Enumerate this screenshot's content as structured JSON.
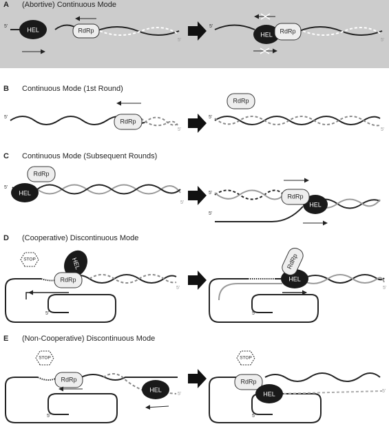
{
  "panels": [
    {
      "letter": "A",
      "title": "(Abortive) Continuous Mode"
    },
    {
      "letter": "B",
      "title": "Continuous Mode (1st Round)"
    },
    {
      "letter": "C",
      "title": "Continuous Mode (Subsequent Rounds)"
    },
    {
      "letter": "D",
      "title": "(Cooperative) Discontinuous Mode"
    },
    {
      "letter": "E",
      "title": "(Non-Cooperative) Discontinuous Mode"
    }
  ],
  "labels": {
    "hel": "HEL",
    "rdrp": "RdRp",
    "stop": "STOP",
    "prime": "5'"
  },
  "colors": {
    "panel_a_bg": "#cccccc",
    "dark_strand": "#222222",
    "light_strand": "#aaaaaa",
    "dashed_strand": "#ffffff",
    "hel_fill": "#1a1a1a",
    "rdrp_fill": "#eeeeee"
  }
}
